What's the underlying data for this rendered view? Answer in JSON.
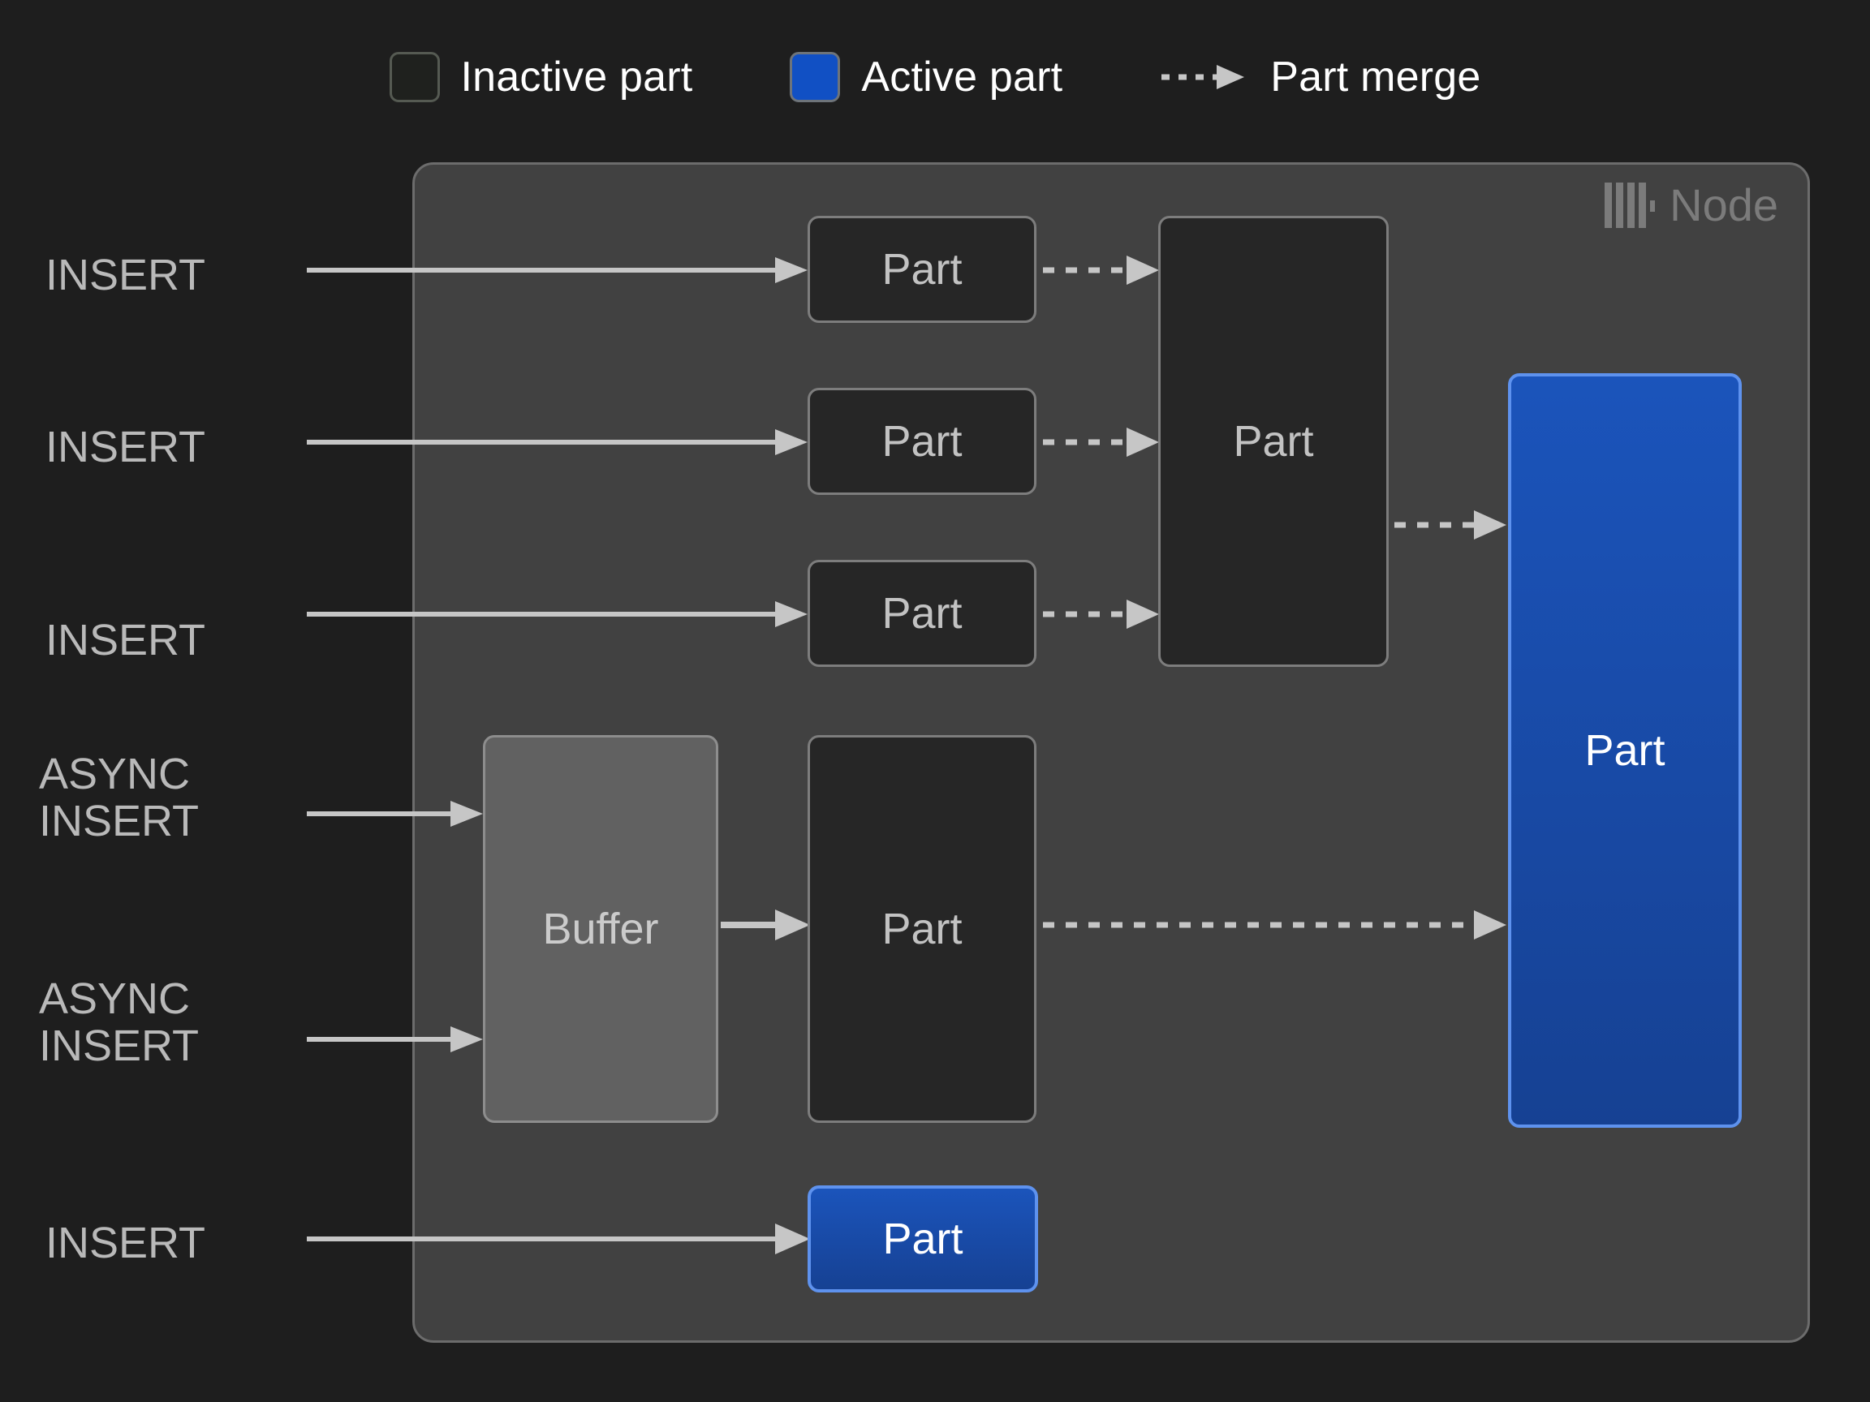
{
  "legend": {
    "items": [
      {
        "icon": "inactive-part-swatch",
        "label": "Inactive part",
        "color": "#1f211e"
      },
      {
        "icon": "active-part-swatch",
        "label": "Active part",
        "color": "#1150c4"
      },
      {
        "icon": "part-merge-arrow",
        "label": "Part merge",
        "color": "#c6c6c6"
      }
    ]
  },
  "node": {
    "title": "Node",
    "logo_icon": "clickhouse-logo-icon",
    "background": "#414141",
    "border": "#6c6c6c"
  },
  "inputs": [
    {
      "id": "insert-1",
      "label": "INSERT"
    },
    {
      "id": "insert-2",
      "label": "INSERT"
    },
    {
      "id": "insert-3",
      "label": "INSERT"
    },
    {
      "id": "async-insert-1",
      "label": "ASYNC\nINSERT"
    },
    {
      "id": "async-insert-2",
      "label": "ASYNC\nINSERT"
    },
    {
      "id": "insert-4",
      "label": "INSERT"
    }
  ],
  "boxes": {
    "part_top_1": {
      "label": "Part",
      "state": "inactive"
    },
    "part_top_2": {
      "label": "Part",
      "state": "inactive"
    },
    "part_top_3": {
      "label": "Part",
      "state": "inactive"
    },
    "part_merged": {
      "label": "Part",
      "state": "inactive"
    },
    "buffer": {
      "label": "Buffer",
      "state": "buffer"
    },
    "part_buffered": {
      "label": "Part",
      "state": "inactive"
    },
    "part_active_big": {
      "label": "Part",
      "state": "active"
    },
    "part_active_bottom": {
      "label": "Part",
      "state": "active"
    }
  },
  "colors": {
    "page_background": "#1e1e1e",
    "node_background": "#414141",
    "inactive_fill": "#262626",
    "inactive_border": "#7d7d7d",
    "buffer_fill": "#616161",
    "active_fill": "#1b54bb",
    "active_border": "#5e92ee",
    "arrow": "#c6c6c6",
    "text_muted": "#b9b9b9",
    "text_white": "#ffffff"
  }
}
